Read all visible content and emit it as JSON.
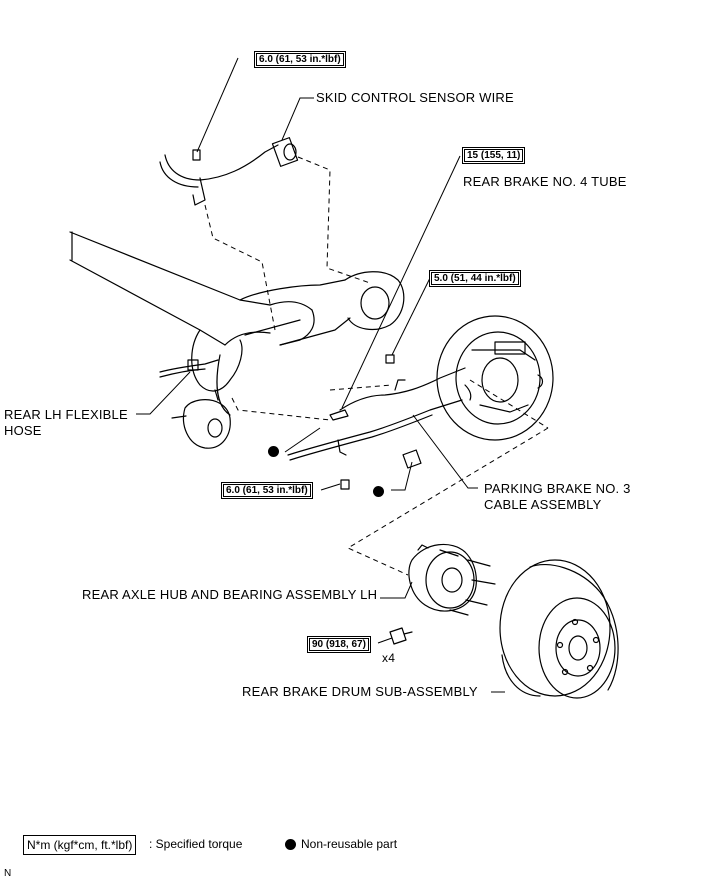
{
  "callouts": {
    "skid_wire": "SKID CONTROL SENSOR WIRE",
    "brake_tube": "REAR BRAKE NO. 4 TUBE",
    "flex_hose_line1": "REAR LH FLEXIBLE",
    "flex_hose_line2": "HOSE",
    "parking_cable_line1": "PARKING BRAKE NO. 3",
    "parking_cable_line2": "CABLE ASSEMBLY",
    "hub_bearing": "REAR AXLE HUB AND BEARING ASSEMBLY LH",
    "drum": "REAR BRAKE DRUM SUB-ASSEMBLY",
    "bolt_qty": "x4"
  },
  "torques": {
    "sensor_bolt": "6.0 (61, 53 in.*lbf)",
    "tube_nut": "15 (155, 11)",
    "backing_bolt": "5.0 (51, 44 in.*lbf)",
    "cable_bolt": "6.0 (61, 53 in.*lbf)",
    "hub_bolt": "90 (918, 67)"
  },
  "legend": {
    "torque_box": "N*m (kgf*cm, ft.*lbf)",
    "torque_desc": ": Specified torque",
    "nonreusable": "Non-reusable part"
  },
  "corner_mark": "N"
}
